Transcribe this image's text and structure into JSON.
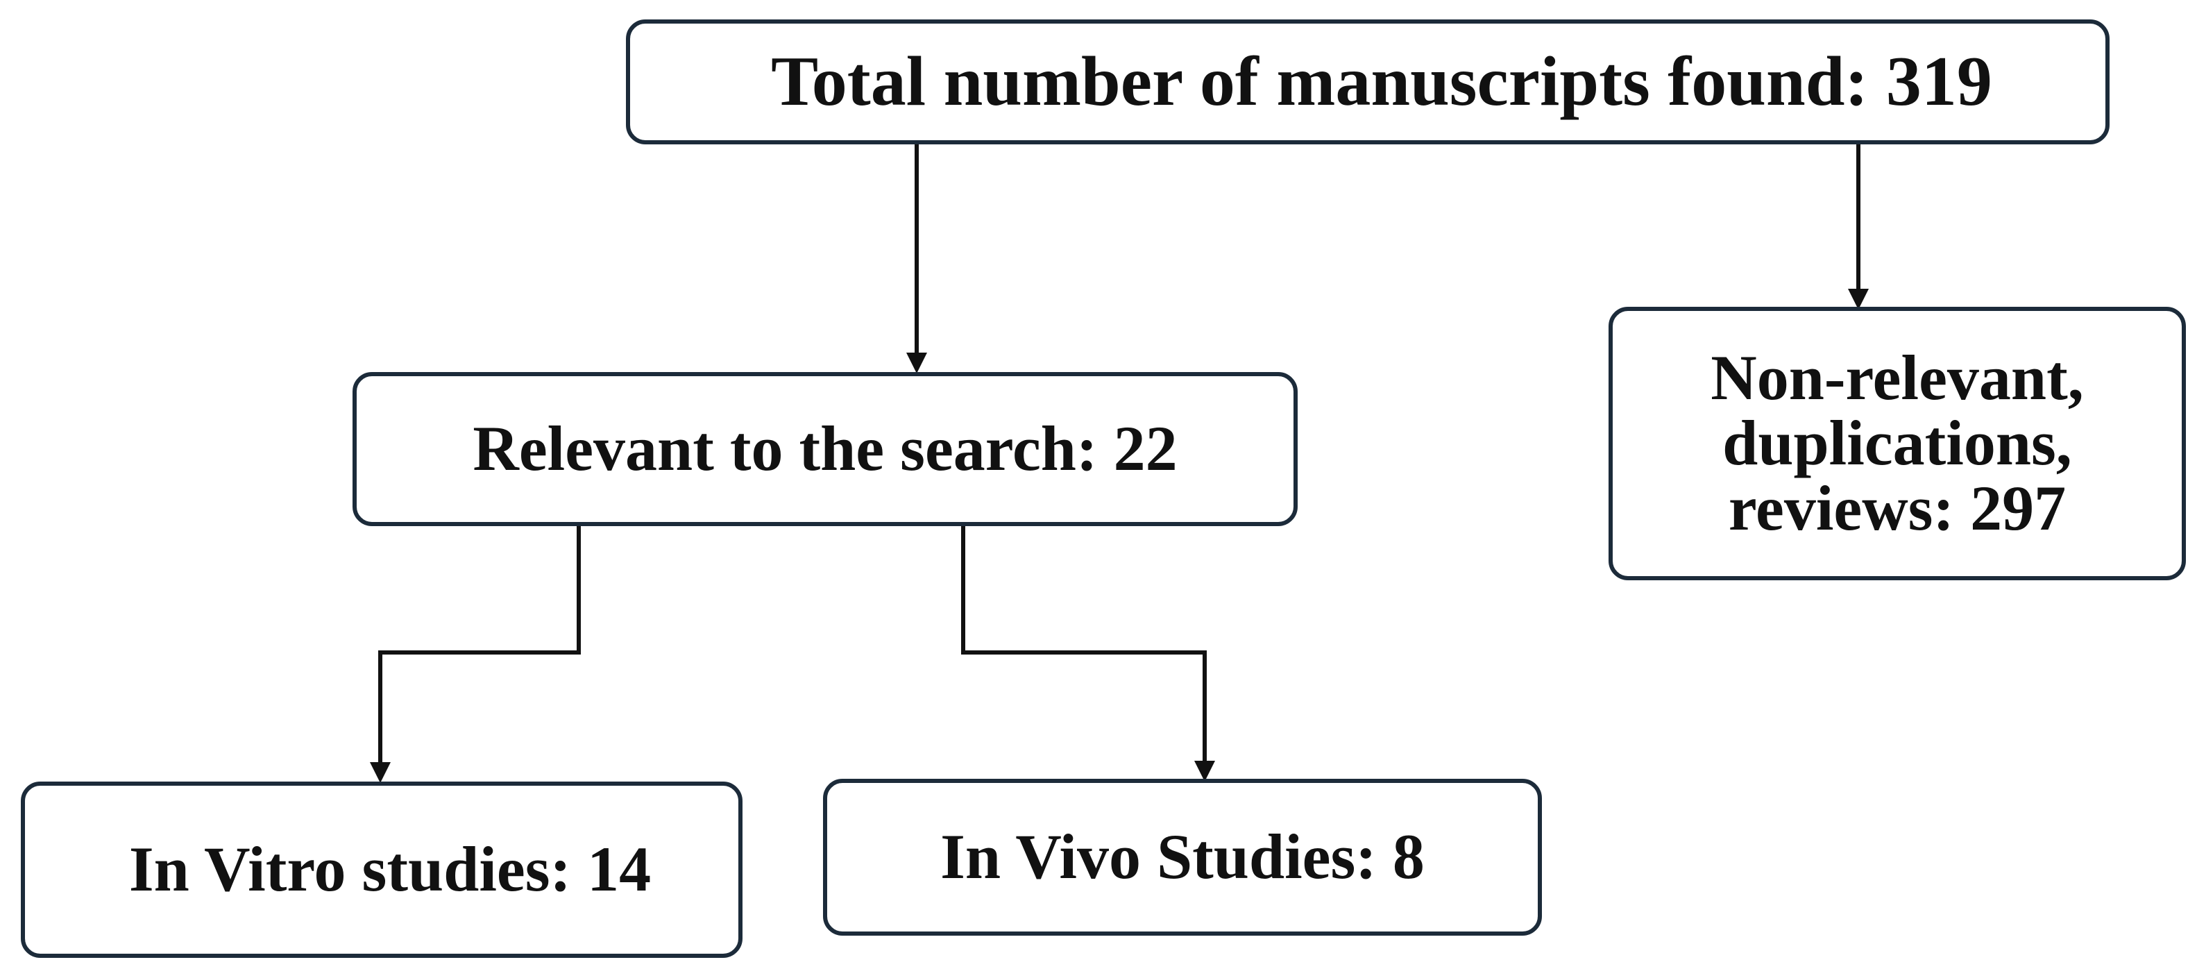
{
  "diagram": {
    "type": "flowchart",
    "nodes": {
      "total": {
        "label": "Total number of manuscripts found: 319"
      },
      "relevant": {
        "label": "Relevant to the search: 22"
      },
      "non_relevant": {
        "lines": [
          "Non-relevant,",
          "duplications,",
          "reviews: 297"
        ]
      },
      "in_vitro": {
        "label": "In Vitro studies: 14"
      },
      "in_vivo": {
        "label": "In Vivo Studies: 8"
      }
    },
    "edges": [
      {
        "from": "total",
        "to": "relevant"
      },
      {
        "from": "total",
        "to": "non_relevant"
      },
      {
        "from": "relevant",
        "to": "in_vitro"
      },
      {
        "from": "relevant",
        "to": "in_vivo"
      }
    ],
    "colors": {
      "box_border": "#1c2b3a",
      "text": "#111111",
      "connector": "#111111",
      "background": "#ffffff"
    }
  }
}
